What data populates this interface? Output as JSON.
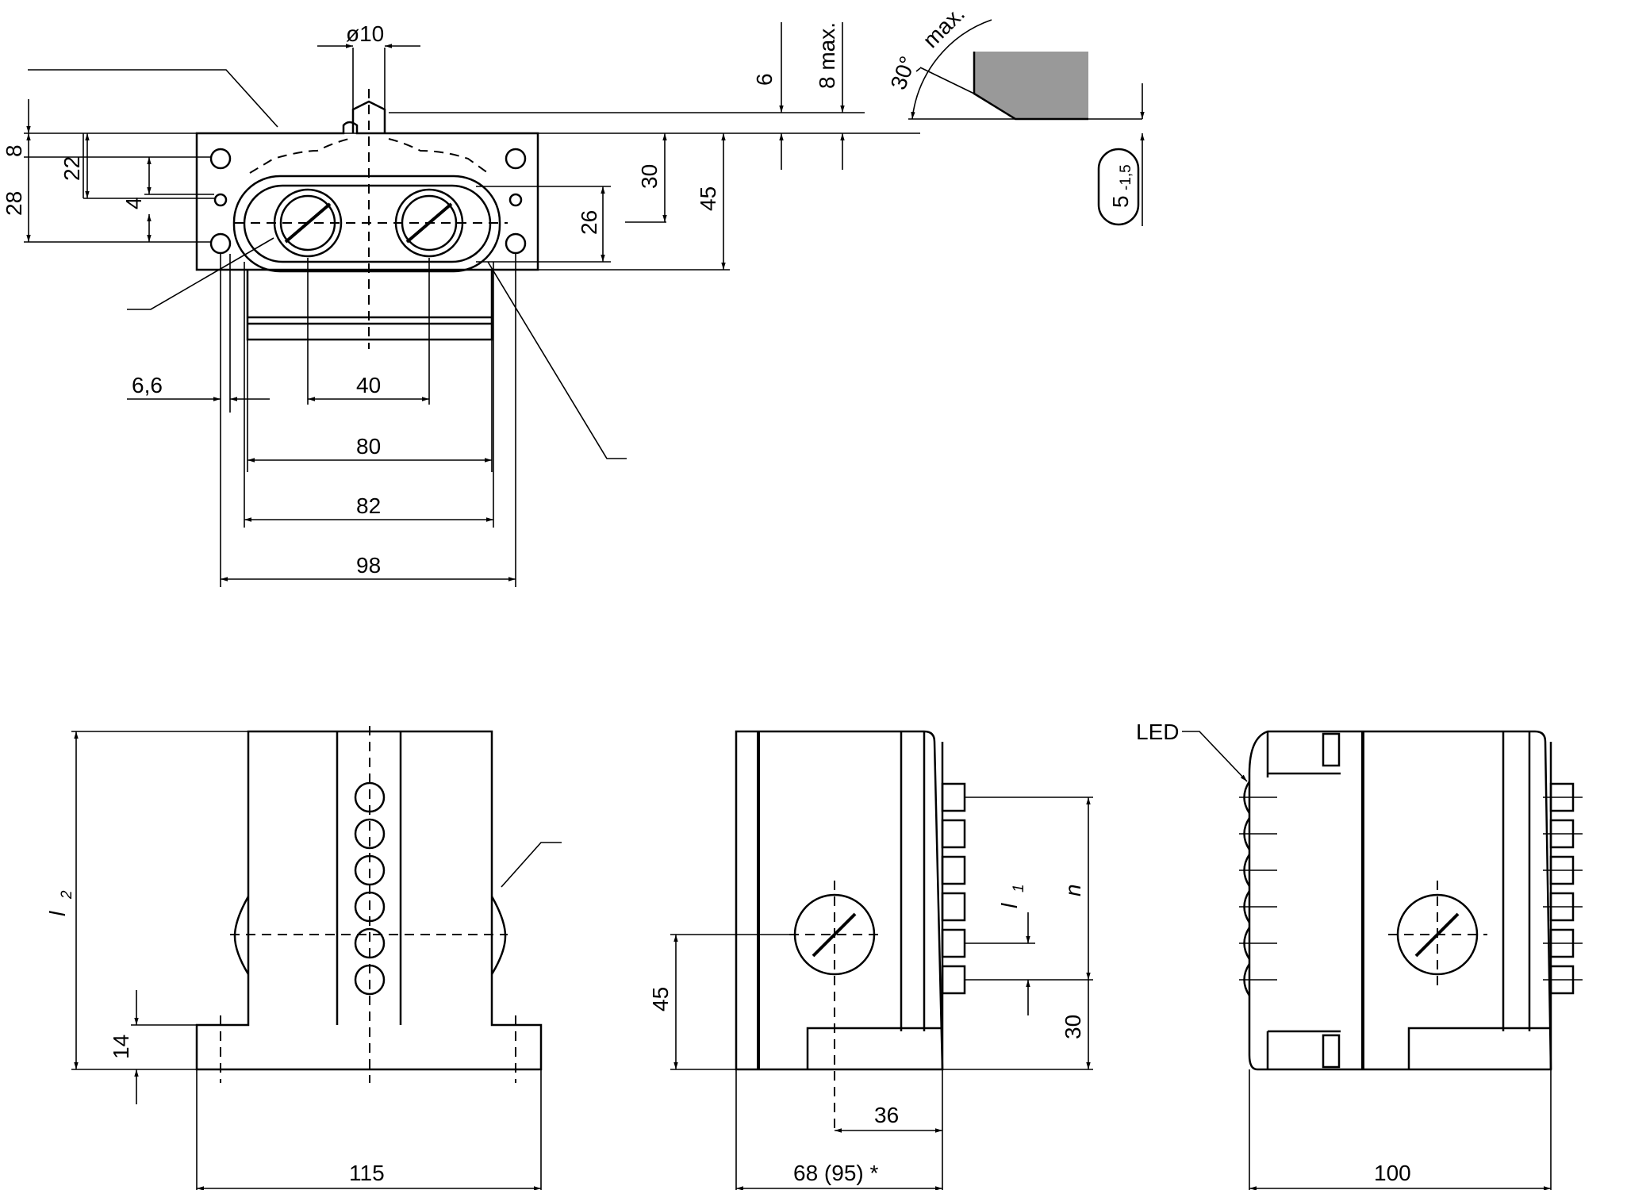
{
  "top_view": {
    "dim_diameter": "ø10",
    "dim_8": "8",
    "dim_28": "28",
    "dim_22": "22",
    "dim_4": "4",
    "dim_26": "26",
    "dim_30": "30",
    "dim_45": "45",
    "dim_6": "6",
    "dim_8max": "8 max.",
    "dim_30deg": "30°",
    "dim_max": "max.",
    "dim_5": "5",
    "dim_5_sub": "-1,5",
    "dim_6_6": "6,6",
    "dim_40": "40",
    "dim_80": "80",
    "dim_82": "82",
    "dim_98": "98"
  },
  "front_view": {
    "dim_l2": "l",
    "dim_l2_sub": "2",
    "dim_14": "14",
    "dim_115": "115"
  },
  "side_view": {
    "dim_45": "45",
    "dim_l1": "l",
    "dim_l1_sub": "1",
    "dim_n": "n",
    "dim_30": "30",
    "dim_36": "36",
    "dim_68": "68 (95) *"
  },
  "rear_view": {
    "label_led": "LED",
    "dim_100": "100"
  },
  "colors": {
    "line": "#000000",
    "shading": "#999999",
    "background": "#ffffff"
  }
}
